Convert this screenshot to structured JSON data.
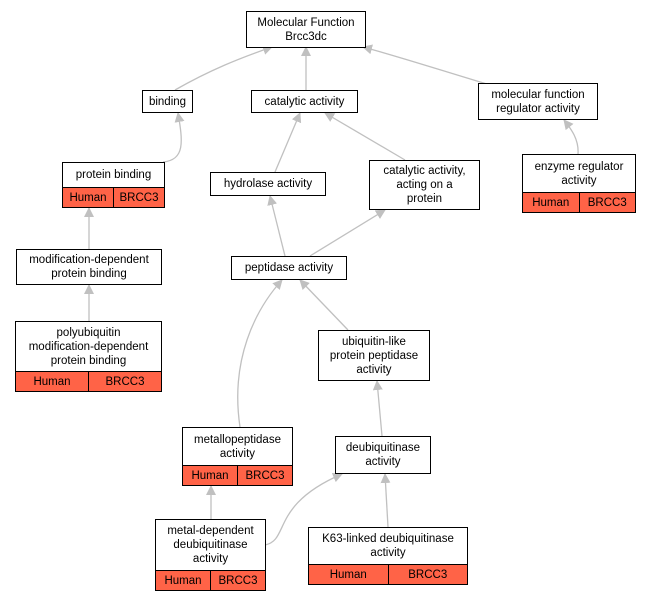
{
  "colors": {
    "edge": "#c0c0c0",
    "annotation": "#ff6347",
    "border": "#000000"
  },
  "nodes": {
    "root": {
      "label": "Molecular Function\nBrcc3dc"
    },
    "bind": {
      "label": "binding"
    },
    "cat": {
      "label": "catalytic activity"
    },
    "mfr": {
      "label": "molecular function\nregulator activity"
    },
    "pb": {
      "label": "protein binding",
      "organism": "Human",
      "gene": "BRCC3"
    },
    "hyd": {
      "label": "hydrolase activity"
    },
    "catp": {
      "label": "catalytic activity,\nacting on a\nprotein"
    },
    "enz": {
      "label": "enzyme regulator\nactivity",
      "organism": "Human",
      "gene": "BRCC3"
    },
    "mdpb": {
      "label": "modification-dependent\nprotein binding"
    },
    "pep": {
      "label": "peptidase activity"
    },
    "poly": {
      "label": "polyubiquitin\nmodification-dependent\nprotein binding",
      "organism": "Human",
      "gene": "BRCC3"
    },
    "ubl": {
      "label": "ubiquitin-like\nprotein peptidase\nactivity"
    },
    "metal": {
      "label": "metallopeptidase\nactivity",
      "organism": "Human",
      "gene": "BRCC3"
    },
    "deub": {
      "label": "deubiquitinase\nactivity"
    },
    "mdd": {
      "label": "metal-dependent\ndeubiquitinase\nactivity",
      "organism": "Human",
      "gene": "BRCC3"
    },
    "k63": {
      "label": "K63-linked deubiquitinase\nactivity",
      "organism": "Human",
      "gene": "BRCC3"
    }
  }
}
